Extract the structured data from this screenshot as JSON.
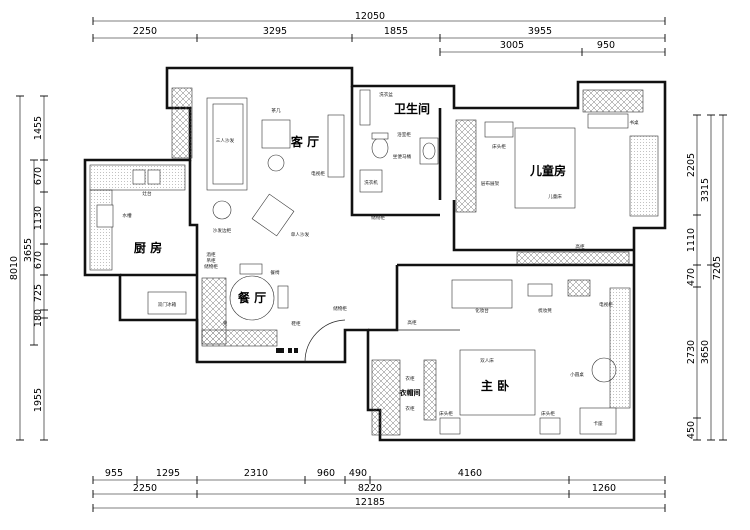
{
  "dimensions": {
    "top_total": "12050",
    "top_row": [
      "2250",
      "3295",
      "1855",
      "3955"
    ],
    "top_sub": [
      "3005",
      "950"
    ],
    "bottom_row": [
      "955",
      "1295",
      "2310",
      "960",
      "490",
      "4160",
      "1260"
    ],
    "bottom_sub": [
      "2250",
      "8220"
    ],
    "bottom_total": "12185",
    "left_total": "8010",
    "left_row": [
      "1455",
      "670",
      "1130",
      "670",
      "725",
      "180",
      "1955"
    ],
    "left_sub": "3655",
    "right_row": [
      "2205",
      "1110",
      "470",
      "2730",
      "450"
    ],
    "right_sub": [
      "3315",
      "3650"
    ],
    "right_total": "7205"
  },
  "rooms": {
    "living": "客 厅",
    "bathroom": "卫生间",
    "kids_room": "儿童房",
    "kitchen": "厨 房",
    "dining": "餐 厅",
    "master": "主 卧",
    "closet": "衣帽间"
  },
  "labels": {
    "tea_table": "茶几",
    "three_sofa": "三人沙发",
    "tv_cabinet": "电视柜",
    "sofa_side": "沙发边柜",
    "single_sofa": "单人沙发",
    "wash_basin": "洗衣盆",
    "bath_cab": "浴室柜",
    "toilet": "坐便马桶",
    "washer": "洗衣机",
    "cabinet_b": "储物柜",
    "stool": "凳",
    "bedside_k": "床头柜",
    "study_desk": "书桌",
    "cloth_shelf": "层布展架",
    "kids_bed": "儿童床",
    "tall_cab": "高柜",
    "sink": "水槽",
    "range": "灶台",
    "fridge": "双门冰箱",
    "wine_cab": "酒柜",
    "high_cab": "吊柜",
    "dining_chair": "餐椅",
    "side_cab": "储物柜",
    "shoe": "鞋柜",
    "tall2": "高柜",
    "vanity": "化妆台",
    "stool2": "梳妆凳",
    "bed": "双人床",
    "bedside1": "床头柜",
    "bedside2": "床头柜",
    "round_tbl": "小圆桌",
    "tv2": "电视柜",
    "wardrobe": "衣柜",
    "fitting": "衣柜",
    "hanging": "衣柜",
    "balcony_seat": "卡座",
    "glass": "衣柜",
    "misc1": "衣帽柜",
    "misc2": "储物柜"
  },
  "colors": {
    "line": "#111111",
    "bg": "#ffffff"
  }
}
